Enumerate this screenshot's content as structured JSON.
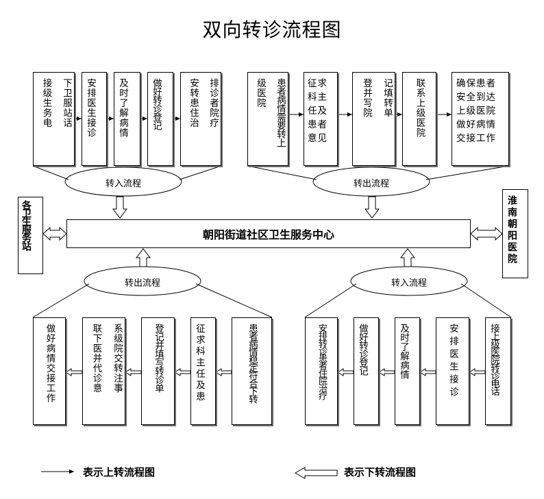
{
  "title": "双向转诊流程图",
  "center": "朝阳街道社区卫生服务中心",
  "left_side": "各卫生服务站",
  "right_side": "淮南朝阳医院",
  "top_left": {
    "label": "转入流程",
    "boxes": [
      "接级生务电",
      "下卫服站话",
      "安排医生接诊",
      "及时了解病情",
      "做好转诊登记",
      "安转患住治",
      "排诊者院疗"
    ]
  },
  "top_right": {
    "label": "转出流程",
    "boxes": [
      "级医院",
      "患者病情需要转上",
      "征求科主任及患者意见",
      "登并写院",
      "记填转单",
      "联系上级医院",
      "确保患者安全到达上级医院做好病情交接工作"
    ]
  },
  "bottom_left": {
    "label": "转出流程",
    "boxes": [
      "做好病情交接工作",
      "联下医并代诊意",
      "系级院交转注事",
      "登记并填写转诊单",
      "征求科主任及患",
      "患者病情稳定符合下转"
    ]
  },
  "bottom_right": {
    "label": "转入流程",
    "boxes": [
      "安排转诊患者住院治疗",
      "做好转诊登记",
      "及时了解病情",
      "安排医生接诊",
      "接上级医院转诊电话"
    ]
  },
  "legend": {
    "up": "表示上转流程图",
    "down": "表示下转流程图"
  }
}
